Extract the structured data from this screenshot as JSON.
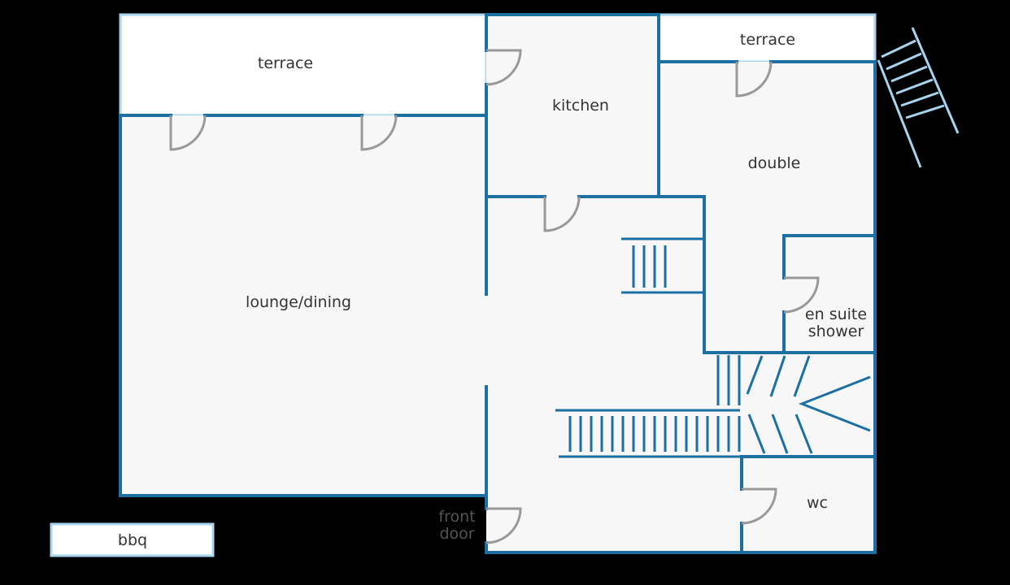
{
  "rooms": {
    "terrace_main": "terrace",
    "terrace_small": "terrace",
    "kitchen": "kitchen",
    "double": "double",
    "lounge": "lounge/dining",
    "ensuite_line1": "en suite",
    "ensuite_line2": "shower",
    "wc": "wc",
    "front_door_line1": "front",
    "front_door_line2": "door",
    "bbq": "bbq"
  },
  "colors": {
    "wall": "#1b6fa3",
    "exterior_outline": "#a9d4ee",
    "floor": "#f7f7f7",
    "door": "#999999",
    "background": "#000000"
  }
}
